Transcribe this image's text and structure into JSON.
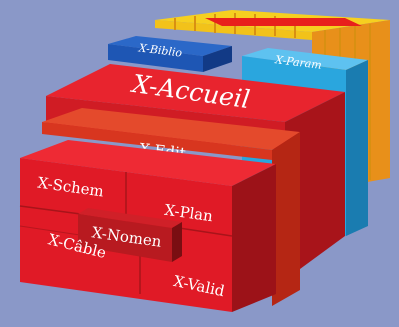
{
  "modules": {
    "accueil": "X-Accueil",
    "biblio": "X-Biblio",
    "param": "X-Param",
    "edit": "X-Edit",
    "schem": "X-Schem",
    "plan": "X-Plan",
    "nomen": "X-Nomen",
    "cable": "X-Câble",
    "valid": "X-Valid"
  },
  "colors": {
    "background": "#8a98c8",
    "accueil": "#e0202a",
    "biblio": "#1e56b4",
    "param": "#2aa6de",
    "edit": "#d8361f",
    "core": "#e01a26",
    "nomen": "#b81a20",
    "back_stack": "#f0a020"
  }
}
